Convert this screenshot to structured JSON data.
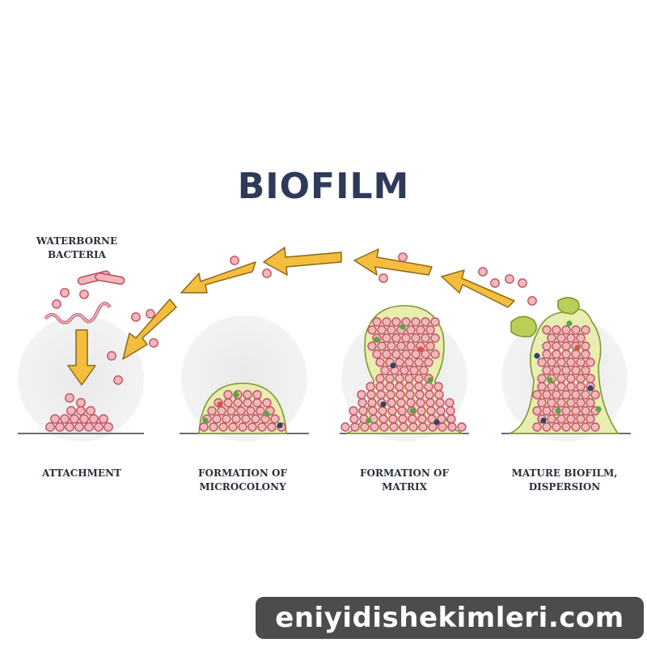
{
  "title": "BIOFILM",
  "bacteria_label": [
    "WATERBORNE",
    "BACTERIA"
  ],
  "stages": [
    {
      "lines": [
        "ATTACHMENT"
      ]
    },
    {
      "lines": [
        "FORMATION OF",
        "MICROCOLONY"
      ]
    },
    {
      "lines": [
        "FORMATION OF",
        "MATRIX"
      ]
    },
    {
      "lines": [
        "MATURE BIOFILM,",
        "DISPERSION"
      ]
    }
  ],
  "watermark": "eniyidishekimleri.com",
  "colors": {
    "title": "#2e3a59",
    "bacteria_fill": "#f2b8b8",
    "bacteria_stroke": "#c0506a",
    "matrix_fill": "#e9edb0",
    "matrix_stroke": "#7f9a2a",
    "arrow_fill": "#f5bd3d",
    "arrow_stroke": "#8a6a1a",
    "halo": "#eeeeee"
  }
}
